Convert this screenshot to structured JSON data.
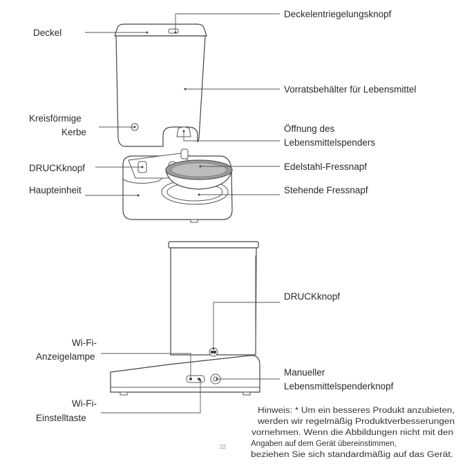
{
  "top_view": {
    "labels": {
      "lid": "Deckel",
      "lid_release": "Deckelentriegelungsknopf",
      "food_container": "Vorratsbehälter für Lebensmittel",
      "notch_line1": "Kreisförmige",
      "notch_line2": "Kerbe",
      "outlet_line1": "Öffnung des",
      "outlet_line2": "Lebensmittelspenders",
      "push_button": "DRUCKknopf",
      "steel_bowl": "Edelstahl-Fressnapf",
      "main_unit": "Haupteinheit",
      "bowl_stand": "Stehende Fressnapf"
    }
  },
  "side_view": {
    "labels": {
      "push_button": "DRUCKknopf",
      "wifi_lamp_line1": "Wi-Fi-",
      "wifi_lamp_line2": "Anzeigelampe",
      "manual_line1": "Manueller",
      "manual_line2": "Lebensmittelspenderknopf",
      "wifi_key_line1": "Wi-Fi-",
      "wifi_key_line2": "Einstelltaste"
    }
  },
  "note": {
    "line1": "Hinweis: * Um ein besseres Produkt anzubieten,",
    "line2": "werden wir regelmäßig Produktverbesserungen",
    "line3": "vornehmen. Wenn die Abbildungen nicht mit den",
    "line4": "Angaben auf dem Gerät übereinstimmen,",
    "line5": "beziehen Sie sich standardmäßig auf das Gerät."
  },
  "page_number": "22"
}
